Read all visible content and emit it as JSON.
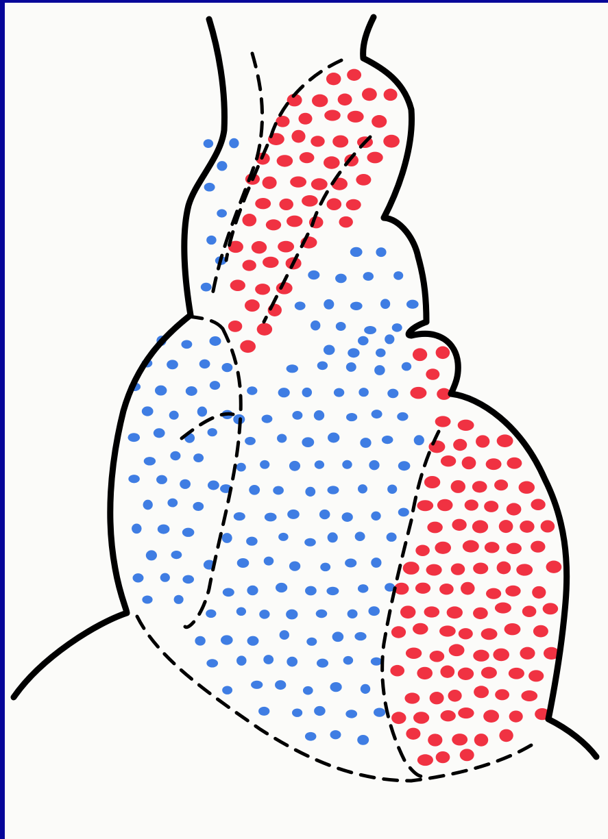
{
  "colors": {
    "frame": "#060699",
    "paper": "#fbfbf9",
    "outline": "#000000",
    "deoxygenated": "#2a6fe0",
    "oxygenated": "#ee1c2e"
  },
  "dot_regions": [
    {
      "name": "superior-vena-cava-region",
      "color": "deoxygenated",
      "density": "sparse"
    },
    {
      "name": "right-atrium-region",
      "color": "deoxygenated",
      "density": "sparse"
    },
    {
      "name": "right-ventricle-region",
      "color": "deoxygenated",
      "density": "medium"
    },
    {
      "name": "pulmonary-trunk-region",
      "color": "deoxygenated",
      "density": "medium"
    },
    {
      "name": "aorta-region",
      "color": "oxygenated",
      "density": "dense"
    },
    {
      "name": "left-atrial-appendage-region",
      "color": "oxygenated",
      "density": "dense"
    },
    {
      "name": "left-ventricle-region",
      "color": "oxygenated",
      "density": "dense"
    }
  ]
}
